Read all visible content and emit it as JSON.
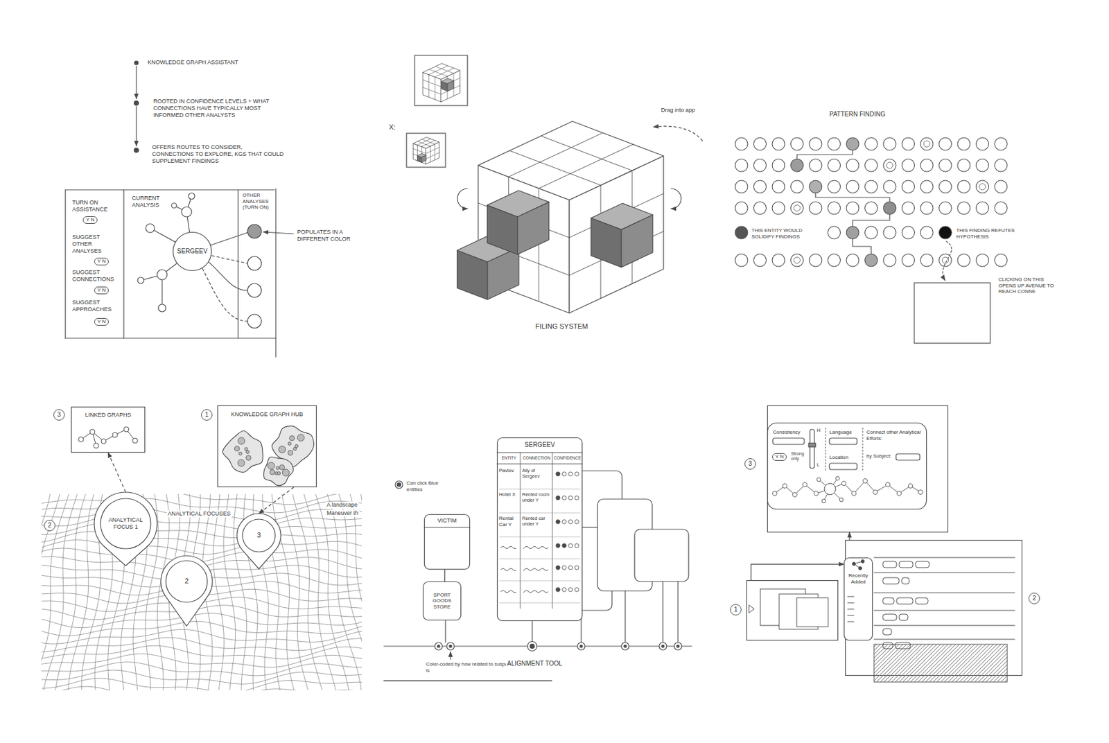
{
  "diagram": {
    "nodes": [
      {
        "text": [
          "SERGEEV"
        ]
      },
      {
        "text": [
          "3",
          "LINKED GRAPHS"
        ]
      },
      {
        "text": [
          "1",
          "KNOWLEDGE GRAPH HUB"
        ]
      },
      {
        "text": [
          "ANALYTICAL FOCUS 1"
        ]
      },
      {
        "text": [
          "2"
        ]
      },
      {
        "text": [
          "3"
        ]
      },
      {
        "text": [
          "VICTIM"
        ]
      },
      {
        "text": [
          "SPORT GOODS STORE"
        ]
      },
      {
        "text": [
          "SERGEEV",
          "ENTITY",
          "CONNECTION",
          "CONFIDENCE",
          "Pavlov",
          "Ally of Sergeev",
          "Hotel X",
          "Rented room under Y",
          "Rental Car Y",
          "Rented car under Y"
        ]
      },
      {
        "text": [
          "3",
          "Consistency",
          "H",
          "L",
          "Y N",
          "Strong only",
          "Language",
          "Location",
          "Connect other Analytical Efforts:",
          "by Subject:"
        ]
      },
      {
        "text": [
          "1"
        ]
      },
      {
        "text": [
          "2"
        ]
      },
      {
        "text": [
          "Recently Added"
        ],
        "in": 11
      }
    ],
    "edges": [
      {
        "from": 3,
        "to": 1,
        "arrow": "to"
      },
      {
        "from": 2,
        "to": 5,
        "arrow": "to"
      },
      {
        "from": 6,
        "to": 7,
        "arrow": "none"
      },
      {
        "from": 10,
        "to": 12,
        "arrow": "to"
      },
      {
        "from": 12,
        "to": 9,
        "arrow": "to"
      }
    ],
    "labels": [
      "KNOWLEDGE GRAPH ASSISTANT",
      "ROOTED IN CONFIDENCE LEVELS + WHAT CONNECTIONS HAVE TYPICALLY MOST INFORMED OTHER ANALYSTS",
      "OFFERS ROUTES TO CONSIDER, CONNECTIONS TO EXPLORE, KGS THAT COULD SUPPLEMENT FINDINGS",
      "TURN ON ASSISTANCE",
      "Y N",
      "SUGGEST OTHER ANALYSES",
      "Y N",
      "SUGGEST CONNECTIONS",
      "Y N",
      "SUGGEST APPROACHES",
      "Y N",
      "CURRENT ANALYSIS",
      "OTHER ANALYSES (TURN ON)",
      "POPULATES IN A DIFFERENT COLOR",
      "X:",
      "Drag into app",
      "FILING SYSTEM",
      "PATTERN FINDING",
      "THIS ENTITY WOULD SOLIDIFY FINDINGS",
      "THIS FINDING REFUTES HYPOTHESIS",
      "CLICKING ON THIS OPENS UP AVENUE TO REACH CONNE",
      "2",
      "ANALYTICAL FOCUSES",
      "A landscape",
      "Maneuver th",
      "Can click Blue entities",
      "Color-coded by how related to suspect it is",
      "ALIGNMENT TOOL"
    ]
  }
}
